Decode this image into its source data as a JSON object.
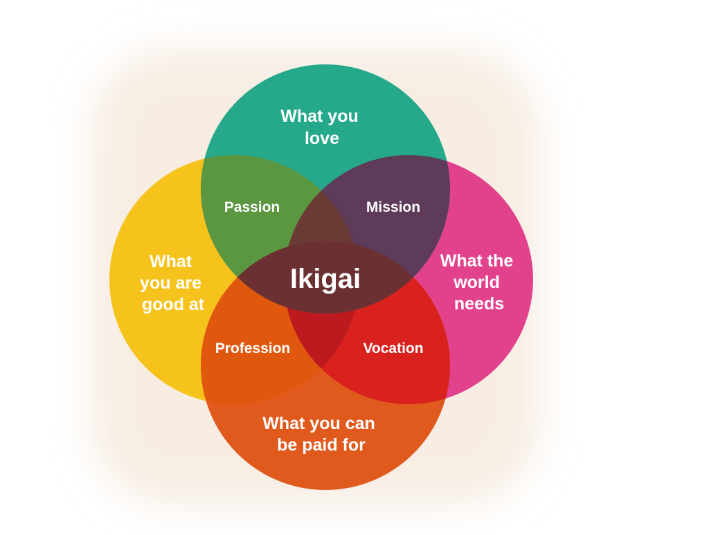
{
  "diagram": {
    "center": "Ikigai",
    "circles": {
      "top": {
        "lines": [
          "What you",
          "love"
        ],
        "color": "#26a98b"
      },
      "left": {
        "lines": [
          "What",
          "you are",
          "good at"
        ],
        "color": "#f6c21c"
      },
      "right": {
        "lines": [
          "What the",
          "world",
          "needs"
        ],
        "color": "#e2428c"
      },
      "bottom": {
        "lines": [
          "What you can",
          "be paid for"
        ],
        "color": "#e05a1e"
      }
    },
    "overlaps": {
      "top_left": "Passion",
      "top_right": "Mission",
      "bottom_left": "Profession",
      "bottom_right": "Vocation"
    }
  }
}
